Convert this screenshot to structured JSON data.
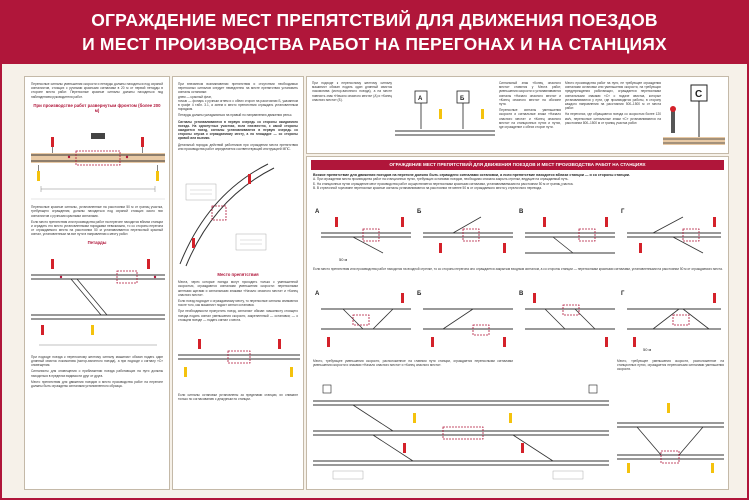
{
  "title": {
    "line1": "ОГРАЖДЕНИЕ МЕСТ ПРЕПЯТСТВИЙ ДЛЯ ДВИЖЕНИЯ ПОЕЗДОВ",
    "line2": "И МЕСТ ПРОИЗВОДСТВА РАБОТ НА ПЕРЕГОНАХ И НА СТАНЦИЯХ"
  },
  "left_panel": {
    "intro": "Переносные сигналы уменьшения скорости и петарды должны находиться под охраной сигналистов, стоящих с ручными красными сигналами в 20 м от первой петарды в стороне места работ. Переносные красные сигналы должны находиться под наблюдением руководителя работ.",
    "fig1_caption": "При производстве работ развернутым фронтом (более 200 м)",
    "text2": "Переносные красные сигналы, установленные на расстоянии 50 м от границ участка, требующего ограждения, должны находиться под охраной стоящих около них сигналистов с ручными красными сигналами.",
    "text3": "Если место препятствия или производства работ на перегоне находится вблизи станции и оградить его место установленными порядками невозможно, то со стороны перегона от ограждаемого места на расстоянии 50 м устанавливается переносный красный сигнал, установленным на все пути в направлении к месту работ.",
    "fig2_caption": "Петарды",
    "text4": "При подходе поезда к переносному желтому сигналу машинист обязан подать один длинный свисток локомотива (мотор-вагонного поезда), а при подходе к сигналу «С» оповещения.",
    "text5": "Сигналисты для оповещения о приближении поезда работающих на пути должны находиться в пределах видимости друг от друга.",
    "text6": "Место препятствия для движения поездов и место производства работ на перегоне должны быть ограждены сигналами установленного образца."
  },
  "mid_panel": {
    "text1": "При внезапном возникновении препятствия и отсутствии необходимых переносных сигналов следует немедленно на месте препятствия установить сигналы остановки:",
    "bul1": "днем — красный флаг,",
    "bul2": "ночью — фонарь с ручным огнем и с обеих сторон на расстоянии Б, указанном в графе 4 табл. 3.1, а затем и место препятствия ограждать установленным порядком.",
    "text2": "Петарды должны укладываться на правый по направлению движения рельс.",
    "bold1": "Сигналы устанавливаются в первую очередь со стороны ожидаемого поезда. На однопутных участках, если неизвестно, с какой стороны ожидается поезд, сигналы устанавливаются в первую очередь со стороны спуска к ограждаемому месту, а на площадке — со стороны кривой или выемки.",
    "text3": "Детальный порядок действий работников при ограждении места препятствия или производства работ определяется соответствующей инструкцией МПС.",
    "diag_caption": "Место препятствия",
    "text4": "Места, через которые поезда могут проходить только с уменьшенной скоростью, ограждаются сигналами уменьшения скорости: переносными желтыми щитами и сигнальными знаками «Начало опасного места» и «Конец опасного места».",
    "text5": "Если поезд подходит к ограждаемому месту, то переносные сигналы снимаются после того, как машинист подаст сигнал остановки.",
    "text6": "При необходимости пропустить поезд, сигналист обязан: машинисту стоящего поезда подать сигнал уменьшения скорости, закрепленный — остановки; — о стоящем поезде — подать сигнал с места.",
    "text7": "Если сигналы остановки установлены за пределами станции, их снимают только по согласованию с дежурным по станции."
  },
  "right_top": {
    "text1": "При подходе к переносному желтому сигналу машинист обязан подать один длинный свисток локомотива (мотор-вагонного поезда), а на месте повесить знак «Начало опасного места» (А) и «Конец опасного места» (Б).",
    "text2": "Сигнальный знак «Конец опасного места» ставится у Места работ, уменьшения скорости и устанавливаются сигналы «Начало опасного места» и «Конец опасного места» на обочине пути.",
    "text3": "Переносные сигналы уменьшения скорости и сигнальные знаки «Начало опасного места» и «Конец опасного места» на станционных путях и путях, где ограждение с обеих сторон пути.",
    "text4": "Место производства работ на пути, не требующее ограждения сигналами остановки или уменьшения скорости, на требующих предупреждения работающих, ограждается переносными сигнальными знаками «С» о подаче свистка, которые устанавливаются у пути, где производятся работы, в сторону каждого направления на расстоянии 500–1500 м от места работ.",
    "text5": "На перегонах, где обращаются поезда со скоростью более 120 км/ч, переносные сигнальные знаки «С» устанавливаются на расстоянии 800–1500 м от границ участка работ.",
    "sign_a": "А",
    "sign_b": "Б",
    "sign_c": "С"
  },
  "stations": {
    "header": "ОГРАЖДЕНИЕ МЕСТ ПРЕПЯТСТВИЙ ДЛЯ ДВИЖЕНИЯ ПОЕЗДОВ И МЕСТ ПРОИЗВОДСТВА РАБОТ НА СТАНЦИЯХ",
    "subhead": "Всякое препятствие для движения поездов на перегоне должно быть ограждено сигналами остановки, а если препятствие находится вблизи станции — и со стороны станции.",
    "para_a": "А. При ограждении места производства работ на станционных путях, требующих остановки поездов, необходимо сначала закрыть стрелки, ведущие на ограждаемый путь.",
    "para_b": "Б. На станционных путях ограждение мест производства работ осуществляется переносными красными сигналами, устанавливаемыми на расстоянии 50 м от границ участка.",
    "para_v": "В. В стрелочной горловине переносные красные сигналы устанавливаются на расстоянии не менее 50 м от ограждаемого места у стрелочного перевода.",
    "para_main": "Если место препятствия или производства работ находится на входной стрелке, то со стороны перегона оно ограждается закрытым входным сигналом, а со стороны станции — переносными красными сигналами, установленными на расстоянии 50 м от ограждаемого места.",
    "fig_labels": [
      "А",
      "Б",
      "В",
      "Г"
    ],
    "fig_labels2": [
      "А",
      "Б",
      "В",
      "Г"
    ],
    "dist1": "50 м",
    "dist2": "50 м",
    "bottom_left": "Место, требующее уменьшения скорости, расположенное на главном пути станции, ограждается переносными сигналами уменьшения скорости и знаками «Начало опасного места» и «Конец опасного места».",
    "bottom_right": "Место, требующее уменьшения скорости, расположенное на станционных путях, ограждается переносными сигналами уменьшения скорости."
  },
  "colors": {
    "accent": "#b0163a",
    "signal_red": "#d4212a",
    "signal_yellow": "#f4c20d",
    "track": "#333333",
    "ground": "#e8c9a4"
  }
}
